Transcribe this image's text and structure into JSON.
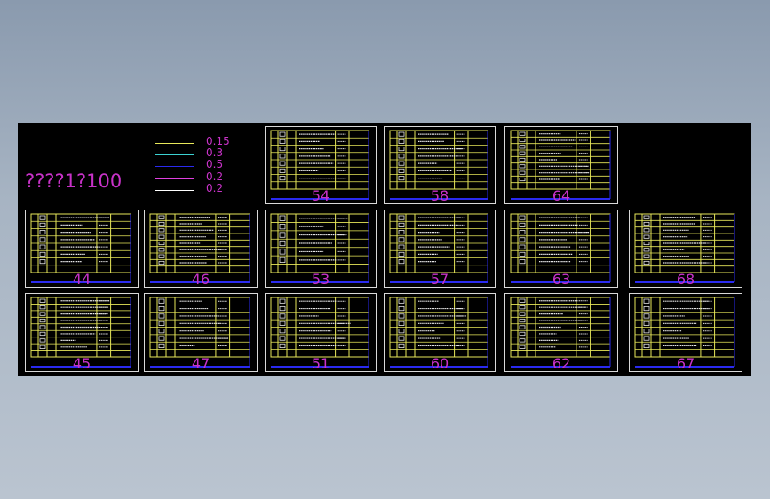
{
  "drawing": {
    "title_label": "????1?100",
    "lineweights": [
      {
        "value": "0.15",
        "color": "#e8e85a"
      },
      {
        "value": "0.3",
        "color": "#3cd2d2"
      },
      {
        "value": "0.5",
        "color": "#2a2af0"
      },
      {
        "value": "0.2",
        "color": "#e040e0"
      },
      {
        "value": "0.2",
        "color": "#ffffff"
      }
    ],
    "sheets": [
      {
        "num": "54"
      },
      {
        "num": "58"
      },
      {
        "num": "64"
      },
      {
        "num": "44"
      },
      {
        "num": "46"
      },
      {
        "num": "53"
      },
      {
        "num": "57"
      },
      {
        "num": "63"
      },
      {
        "num": "68"
      },
      {
        "num": "45"
      },
      {
        "num": "47"
      },
      {
        "num": "51"
      },
      {
        "num": "60"
      },
      {
        "num": "62"
      },
      {
        "num": "67"
      }
    ]
  },
  "colors": {
    "background": "#000000",
    "table_lines": "#e8e85a",
    "frame_border": "#d8d8d8",
    "bottom_rule": "#2a2af0",
    "sheet_number": "#c832c8"
  }
}
